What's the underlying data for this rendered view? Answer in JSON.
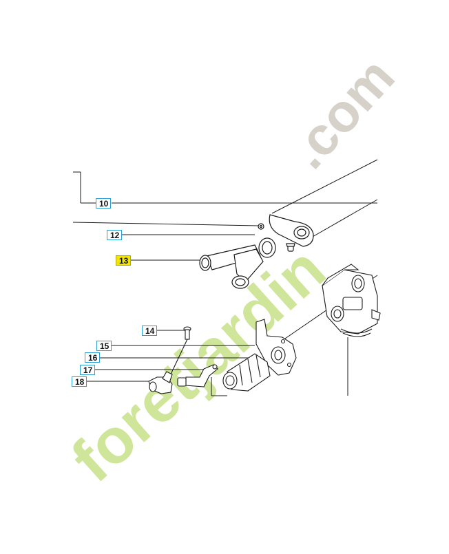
{
  "callouts": [
    {
      "id": "10",
      "highlight": false
    },
    {
      "id": "12",
      "highlight": false
    },
    {
      "id": "13",
      "highlight": true
    },
    {
      "id": "14",
      "highlight": false
    },
    {
      "id": "15",
      "highlight": false
    },
    {
      "id": "16",
      "highlight": false
    },
    {
      "id": "17",
      "highlight": false
    },
    {
      "id": "18",
      "highlight": false
    }
  ],
  "watermark": {
    "green_text": "foretjardin",
    "grey_text": ".com",
    "green_color": "#cfe59a",
    "grey_color": "#d6d2ca"
  },
  "colors": {
    "callout_border": "#2a9fd6",
    "highlight_fill": "#f2e600",
    "line": "#1a1a1a"
  }
}
